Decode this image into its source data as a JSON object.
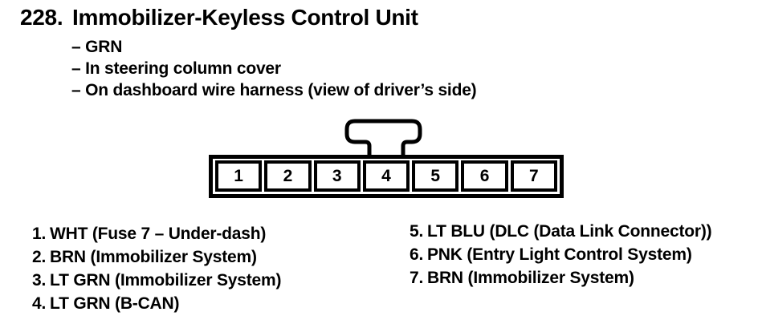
{
  "document": {
    "item_number": "228.",
    "title": "Immobilizer-Keyless Control Unit",
    "details": [
      "– GRN",
      "– In steering column cover",
      "– On dashboard wire harness (view of driver’s side)"
    ],
    "connector": {
      "pins": [
        "1",
        "2",
        "3",
        "4",
        "5",
        "6",
        "7"
      ]
    },
    "pin_descriptions": {
      "left_column": [
        {
          "number": "1.",
          "description": "WHT (Fuse 7 – Under-dash)"
        },
        {
          "number": "2.",
          "description": "BRN (Immobilizer System)"
        },
        {
          "number": "3.",
          "description": "LT GRN (Immobilizer System)"
        },
        {
          "number": "4.",
          "description": "LT GRN (B-CAN)"
        }
      ],
      "right_column": [
        {
          "number": "5.",
          "description": "LT BLU (DLC (Data Link Connector))"
        },
        {
          "number": "6.",
          "description": "PNK (Entry Light Control System)"
        },
        {
          "number": "7.",
          "description": "BRN (Immobilizer System)"
        }
      ]
    },
    "colors": {
      "ink": "#000000",
      "paper": "#ffffff"
    }
  }
}
